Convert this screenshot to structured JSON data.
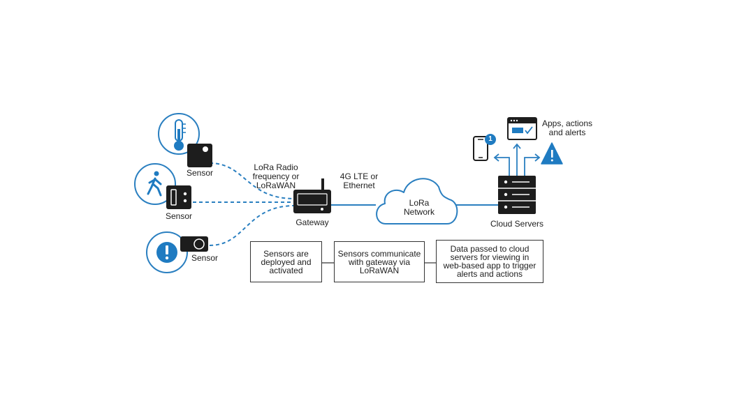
{
  "sensors": [
    {
      "label": "Sensor",
      "icon": "thermometer-icon"
    },
    {
      "label": "Sensor",
      "icon": "walking-person-icon"
    },
    {
      "label": "Sensor",
      "icon": "alert-exclamation-icon"
    }
  ],
  "links": {
    "radio_label": "LoRa Radio\nfrequency or\nLoRaWAN",
    "backhaul_label": "4G LTE or\nEthernet"
  },
  "gateway": {
    "label": "Gateway",
    "icon": "gateway-router-icon"
  },
  "network": {
    "label": "LoRa\nNetwork",
    "icon": "cloud-icon"
  },
  "cloud_servers": {
    "label": "Cloud Servers",
    "icon": "server-rack-icon"
  },
  "outputs": {
    "label": "Apps, actions\nand alerts",
    "phone_badge": "1",
    "icons": [
      "smartphone-icon",
      "browser-app-icon",
      "warning-triangle-icon"
    ]
  },
  "steps": [
    {
      "text": "Sensors are\ndeployed and\nactivated"
    },
    {
      "text": "Sensors communicate\nwith gateway via\nLoRaWAN"
    },
    {
      "text": "Data passed to cloud\nservers for viewing in\nweb-based app to trigger\nalerts and actions"
    }
  ],
  "colors": {
    "accent": "#1f7bc1",
    "dark": "#1d1d1d",
    "line": "#2a7fc0"
  }
}
